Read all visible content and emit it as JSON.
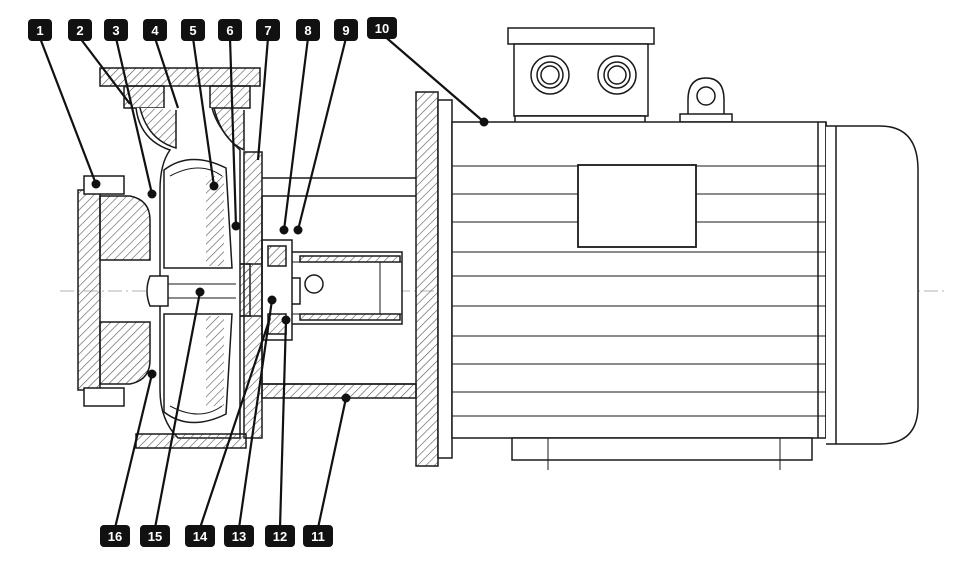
{
  "diagram": {
    "callouts": [
      {
        "id": "1"
      },
      {
        "id": "2"
      },
      {
        "id": "3"
      },
      {
        "id": "4"
      },
      {
        "id": "5"
      },
      {
        "id": "6"
      },
      {
        "id": "7"
      },
      {
        "id": "8"
      },
      {
        "id": "9"
      },
      {
        "id": "10"
      },
      {
        "id": "11"
      },
      {
        "id": "12"
      },
      {
        "id": "13"
      },
      {
        "id": "14"
      },
      {
        "id": "15"
      },
      {
        "id": "16"
      }
    ],
    "colors": {
      "line": "#1a1a1a",
      "badge": "#111111",
      "badge_text": "#ffffff",
      "hatch": "#555555",
      "background": "#ffffff"
    }
  }
}
